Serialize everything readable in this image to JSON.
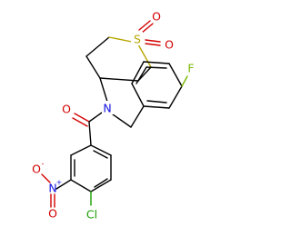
{
  "molecule": {
    "atoms": {
      "s": {
        "text": "S",
        "color": "#b8a600"
      },
      "o_s1": {
        "text": "O",
        "color": "#d40000"
      },
      "o_s2": {
        "text": "O",
        "color": "#d40000"
      },
      "n_amide": {
        "text": "N",
        "color": "#1010e0"
      },
      "o_amide": {
        "text": "O",
        "color": "#d40000"
      },
      "f": {
        "text": "F",
        "color": "#7ab800"
      },
      "o_nitro_minus": {
        "text": "O",
        "color": "#d40000",
        "charge": "-"
      },
      "n_nitro": {
        "text": "N",
        "color": "#1010e0",
        "charge": "+"
      },
      "o_nitro": {
        "text": "O",
        "color": "#d40000"
      },
      "cl": {
        "text": "Cl",
        "color": "#1aa000"
      }
    }
  }
}
